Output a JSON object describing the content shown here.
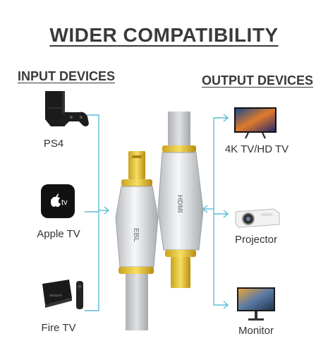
{
  "title": "WIDER COMPATIBILITY",
  "input": {
    "heading": "INPUT DEVICES",
    "devices": [
      {
        "label": "PS4",
        "icon": "ps4-console-icon"
      },
      {
        "label": "Apple TV",
        "icon": "apple-tv-icon"
      },
      {
        "label": "Fire TV",
        "icon": "fire-tv-icon"
      }
    ]
  },
  "output": {
    "heading": "OUTPUT DEVICES",
    "devices": [
      {
        "label": "4K TV/HD TV",
        "icon": "tv-icon"
      },
      {
        "label": "Projector",
        "icon": "projector-icon"
      },
      {
        "label": "Monitor",
        "icon": "monitor-icon"
      }
    ]
  },
  "cable": {
    "brand_text": "EBL",
    "label_text": "HDMI"
  },
  "colors": {
    "connector_line": "#5bbcd6",
    "heading_text": "#3a3a3a",
    "cable_silver": "#e4e6e8",
    "gold": "#e8c93a"
  }
}
